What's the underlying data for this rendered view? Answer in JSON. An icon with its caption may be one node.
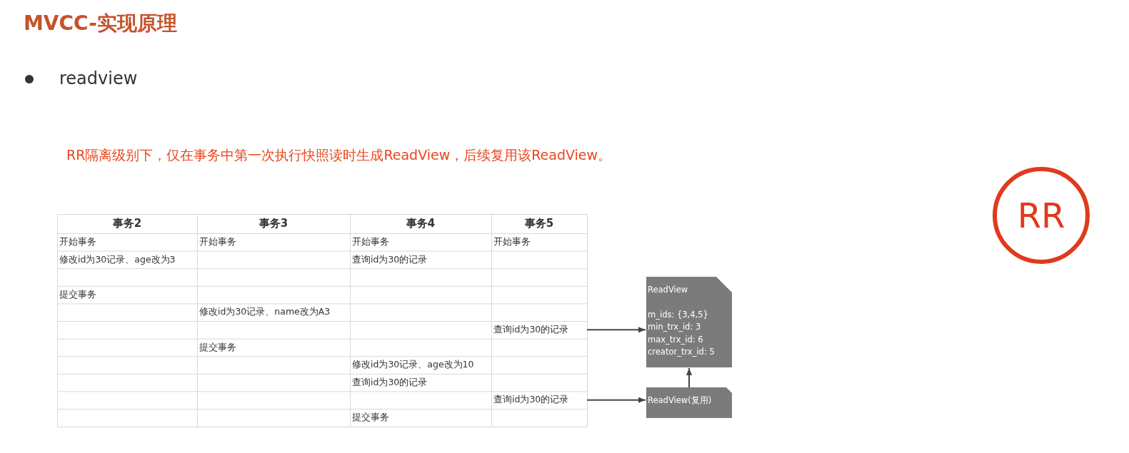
{
  "diagram": {
    "title": "MVCC-实现原理",
    "nodes": [
      {
        "text": [
          "RR"
        ]
      },
      {
        "text": [
          "查询id为30的记录"
        ]
      },
      {
        "text": [
          "查询id为30的记录"
        ]
      },
      {
        "text": [
          "ReadView",
          "m_ids: {3,4,5}",
          "min_trx_id: 3",
          "max_trx_id: 6",
          "creator_trx_id: 5"
        ]
      },
      {
        "text": [
          "ReadView(复用)"
        ]
      }
    ],
    "edges": [
      {
        "from": 1,
        "to": 3,
        "arrow": "to"
      },
      {
        "from": 2,
        "to": 4,
        "arrow": "to"
      },
      {
        "from": 4,
        "to": 3,
        "arrow": "to"
      }
    ],
    "labels": [
      "readview",
      "RR隔离级别下，仅在事务中第一次执行快照读时生成ReadView，后续复用该ReadView。",
      "事务2",
      "事务3",
      "事务4",
      "事务5",
      "开始事务",
      "开始事务",
      "开始事务",
      "开始事务",
      "修改id为30记录、age改为3",
      "查询id为30的记录",
      "提交事务",
      "修改id为30记录、name改为A3",
      "提交事务",
      "修改id为30记录、age改为10",
      "查询id为30的记录",
      "提交事务"
    ]
  }
}
